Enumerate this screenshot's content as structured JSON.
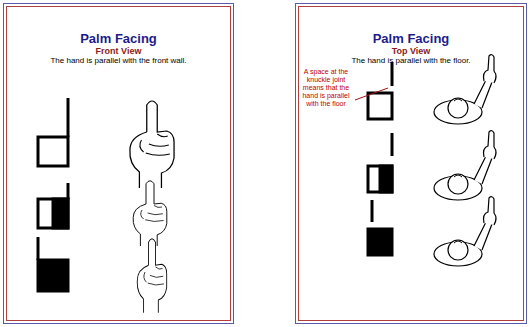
{
  "diagram": {
    "nodes": [
      {
        "text": [
          "Palm Facing",
          "Front View",
          "The hand is parallel with the front wall."
        ]
      },
      {
        "text": [
          "Palm Facing",
          "Top View",
          "The hand is parallel with the floor."
        ]
      }
    ],
    "labels": [
      "A space at the knuckle joint means that the hand is parallel with the floor"
    ]
  }
}
